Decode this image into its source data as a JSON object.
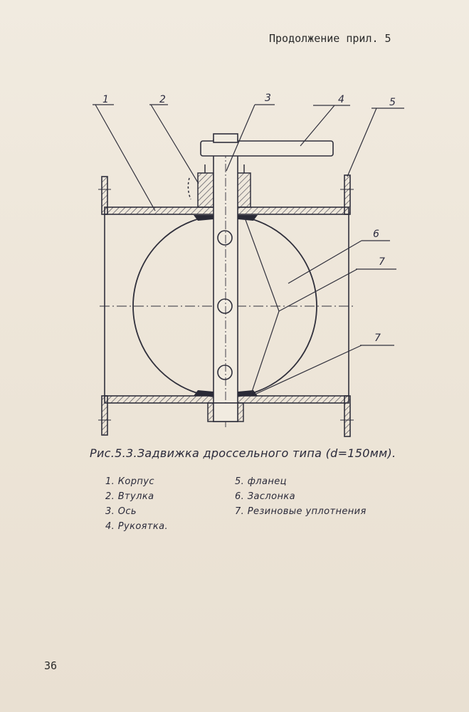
{
  "header": {
    "text": "Продолжение прил. 5"
  },
  "figure": {
    "callouts": [
      "1",
      "2",
      "3",
      "4",
      "5",
      "6",
      "7",
      "7"
    ],
    "caption": "Рис.5.3.Задвижка дроссельного типа (d=150мм).",
    "legend_left": [
      "1. Корпус",
      "2. Втулка",
      "3. Ось",
      "4. Рукоятка."
    ],
    "legend_right": [
      "5. фланец",
      "6. Заслонка",
      "7. Резиновые уплотнения"
    ]
  },
  "footer": {
    "page_number": "36"
  }
}
